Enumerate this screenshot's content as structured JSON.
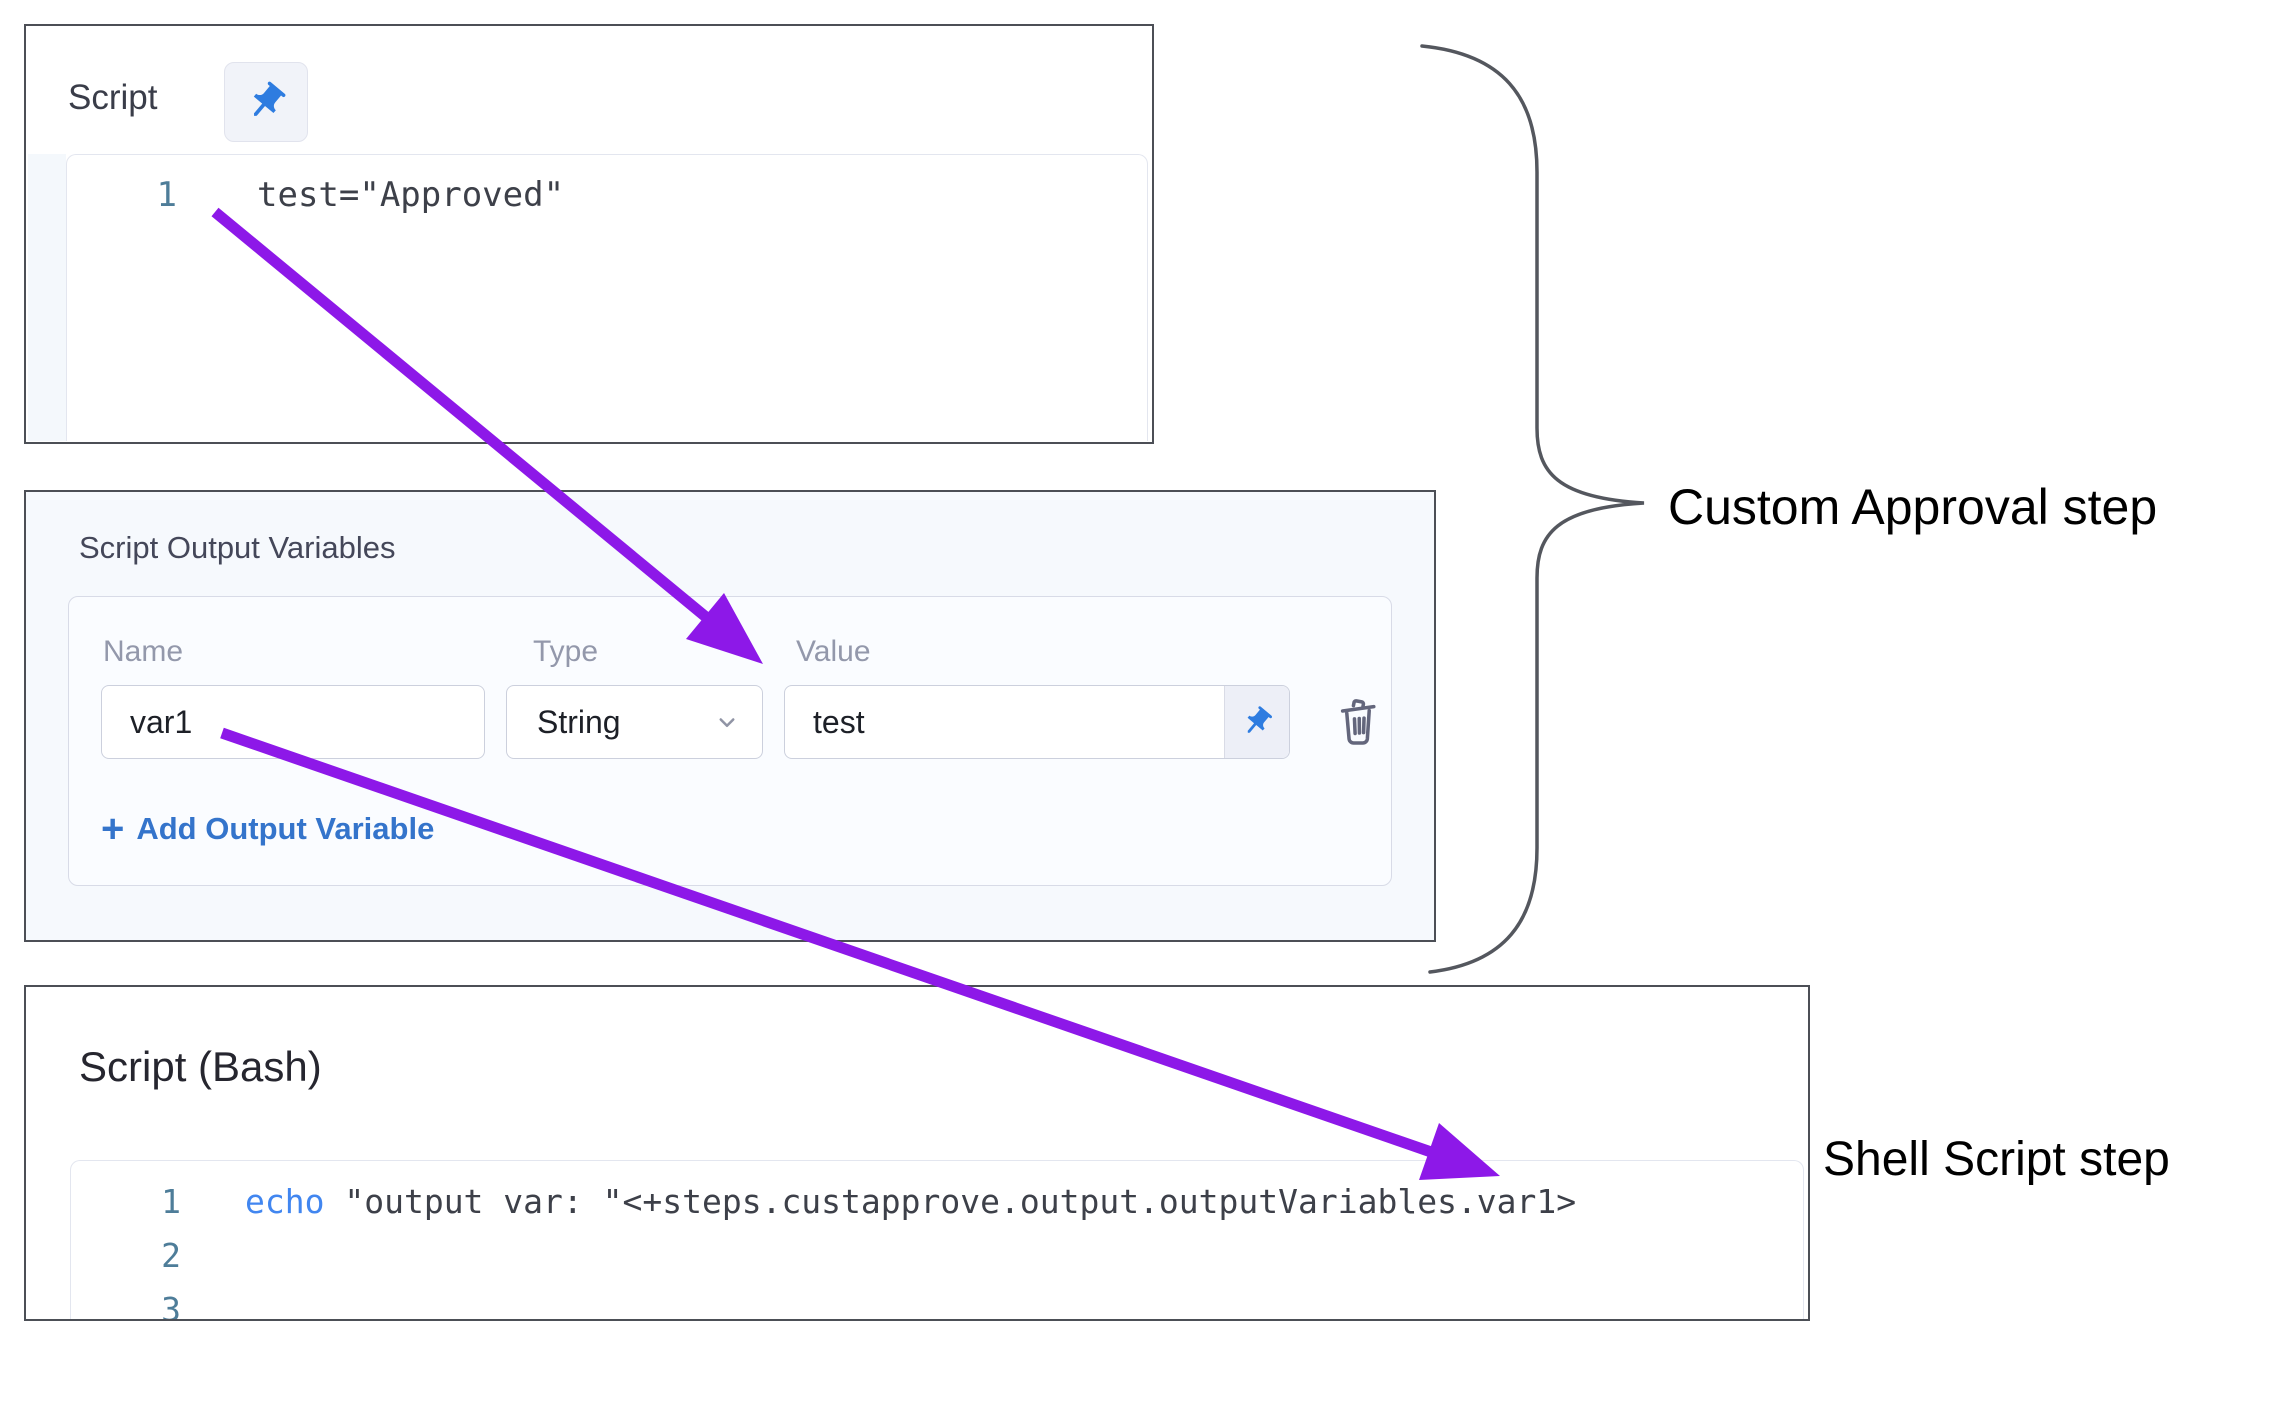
{
  "script_panel": {
    "title": "Script",
    "code_lines": [
      {
        "number": "1",
        "content": "test=\"Approved\""
      }
    ]
  },
  "output_variables_panel": {
    "title": "Script Output Variables",
    "columns": {
      "name": "Name",
      "type": "Type",
      "value": "Value"
    },
    "row": {
      "name_value": "var1",
      "type_value": "String",
      "value_value": "test"
    },
    "add_button": {
      "plus": "+",
      "label": "Add Output Variable"
    }
  },
  "bash_panel": {
    "title": "Script (Bash)",
    "code_lines": [
      {
        "number": "1",
        "keyword": "echo",
        "rest": " \"output var: \"<+steps.custapprove.output.outputVariables.var1>"
      },
      {
        "number": "2",
        "keyword": "",
        "rest": ""
      },
      {
        "number": "3",
        "keyword": "",
        "rest": ""
      }
    ]
  },
  "annotations": {
    "brace_label": "Custom Approval step",
    "bottom_label": "Shell Script step"
  },
  "icons": {
    "pushpin": "pushpin-icon",
    "chevron": "chevron-down-icon",
    "trash": "trash-icon",
    "plus": "plus-icon"
  },
  "colors": {
    "arrow_purple": "#8d18e8",
    "pin_blue": "#2e7ce0",
    "link_blue": "#3474cb",
    "line_number_teal": "#4e7d99",
    "keyword_blue": "#4186f0",
    "brace_gray": "#54575e"
  }
}
